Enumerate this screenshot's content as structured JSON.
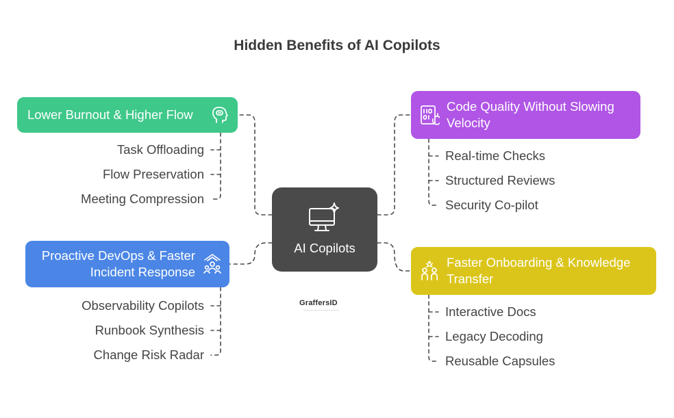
{
  "title": "Hidden Benefits of AI Copilots",
  "center": {
    "label": "AI Copilots",
    "icon": "monitor-sparkle-icon"
  },
  "branches": [
    {
      "label": "Lower Burnout & Higher Flow",
      "color": "#3ec88a",
      "icon": "head-brain-icon",
      "items": [
        "Task Offloading",
        "Flow Preservation",
        "Meeting Compression"
      ]
    },
    {
      "label": "Proactive DevOps & Faster Incident Response",
      "color": "#4b86e6",
      "icon": "team-alert-icon",
      "items": [
        "Observability Copilots",
        "Runbook Synthesis",
        "Change Risk Radar"
      ]
    },
    {
      "label": "Code Quality Without Slowing Velocity",
      "color": "#b055e6",
      "icon": "binary-refresh-icon",
      "items": [
        "Real-time Checks",
        "Structured Reviews",
        "Security Co-pilot"
      ]
    },
    {
      "label": "Faster Onboarding & Knowledge Transfer",
      "color": "#dbc51a",
      "icon": "people-knowledge-icon",
      "items": [
        "Interactive Docs",
        "Legacy Decoding",
        "Reusable Capsules"
      ]
    }
  ],
  "logo": {
    "text": "GraffersID",
    "mark": "logo-icon"
  },
  "colors": {
    "center": "#4a4a4a",
    "connector": "#4a4a4a",
    "text": "#444444"
  }
}
